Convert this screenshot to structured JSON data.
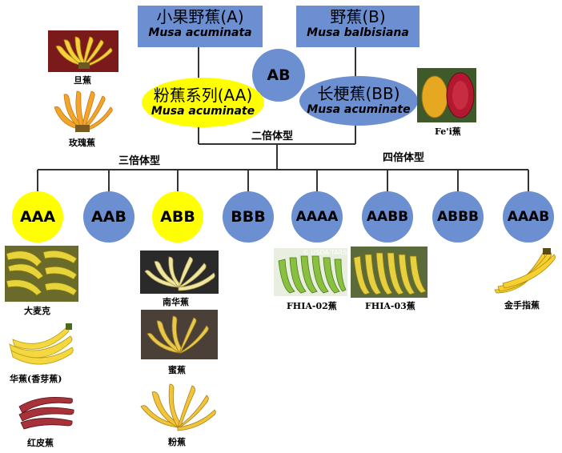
{
  "top": {
    "left_box": {
      "cn": "小果野蕉(A)",
      "latin": "Musa acuminata"
    },
    "right_box": {
      "cn": "野蕉(B)",
      "latin": "Musa balbisiana"
    },
    "center_circle": "AB",
    "aa_ellipse": {
      "cn": "粉蕉系列(AA)",
      "latin": "Musa acuminate"
    },
    "bb_ellipse": {
      "cn": "长梗蕉(BB)",
      "latin": "Musa acuminate"
    }
  },
  "labels": {
    "diploid": "二倍体型",
    "triploid": "三倍体型",
    "tetraploid": "四倍体型"
  },
  "genomes": [
    {
      "text": "AAA",
      "color": "#ffff00"
    },
    {
      "text": "AAB",
      "color": "#6b8fd1"
    },
    {
      "text": "ABB",
      "color": "#ffff00"
    },
    {
      "text": "BBB",
      "color": "#6b8fd1"
    },
    {
      "text": "AAAA",
      "color": "#6b8fd1"
    },
    {
      "text": "AABB",
      "color": "#6b8fd1"
    },
    {
      "text": "ABBB",
      "color": "#6b8fd1"
    },
    {
      "text": "AAAB",
      "color": "#6b8fd1"
    }
  ],
  "photos": {
    "dan": "旦蕉",
    "meigui": "玫瑰蕉",
    "fei": "Fe'i蕉",
    "damaike": "大麦克",
    "huajiao": "华蕉(香芽蕉)",
    "hongpi": "红皮蕉",
    "nanhua": "南华蕉",
    "mi": "蜜蕉",
    "fen": "粉蕉",
    "fhia02": "FHIA-02蕉",
    "fhia03": "FHIA-03蕉",
    "watermark": "© USDA-TARS",
    "jinshouzhi": "金手指蕉"
  },
  "colors": {
    "blue": "#6b8fd1",
    "yellow": "#ffff00",
    "line": "#333333"
  }
}
